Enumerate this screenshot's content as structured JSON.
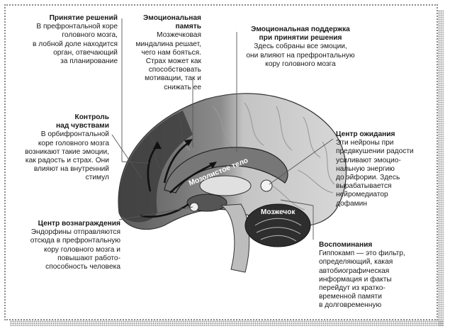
{
  "annotations": {
    "decision": {
      "title": "Принятие решений",
      "body": [
        "В префронтальной коре",
        "головного мозга,",
        "в лобной доле находится",
        "орган, отвечающий",
        "за планирование"
      ]
    },
    "emotional_memory": {
      "title": [
        "Эмоциональная",
        "память"
      ],
      "body": [
        "Мозжечковая",
        "миндалина решает,",
        "чего нам бояться.",
        "Страх может как",
        "способствовать",
        "мотивации, так и",
        "снижать ее"
      ]
    },
    "emotional_support": {
      "title": [
        "Эмоциональная поддержка",
        "при принятии решения"
      ],
      "body": [
        "Здесь собраны все эмоции,",
        "они влияют на префронтальную",
        "кору головного мозга"
      ]
    },
    "sense_control": {
      "title": [
        "Контроль",
        "над чувствами"
      ],
      "body": [
        "В орбифронтальной",
        "коре головного мозга",
        "возникают такие эмоции,",
        "как радость и страх. Они",
        "влияют на внутренний",
        "стимул"
      ]
    },
    "expectation": {
      "title": "Центр ожидания",
      "body": [
        "Эти нейроны при",
        "предвкушении радости",
        "усиливают эмоцио-",
        "нальную энергию",
        "до эйфории. Здесь",
        "вырабатывается",
        "нейромедиатор",
        "дофамин"
      ]
    },
    "reward": {
      "title": "Центр вознаграждения",
      "body": [
        "Эндорфины отправляются",
        "отсюда в префронтальную",
        "кору головного мозга и",
        "повышают работо-",
        "способность человека"
      ]
    },
    "memories": {
      "title": "Воспоминания",
      "body": [
        "Гиппокамп — это фильтр,",
        "определяющий, какая",
        "автобиографическая",
        "информация и факты",
        "перейдут из кратко-",
        "временной памяти",
        "в долговременную"
      ]
    }
  },
  "brain_labels": {
    "corpus_callosum": "Мозолистое тело",
    "cerebellum": "Мозжечок"
  }
}
